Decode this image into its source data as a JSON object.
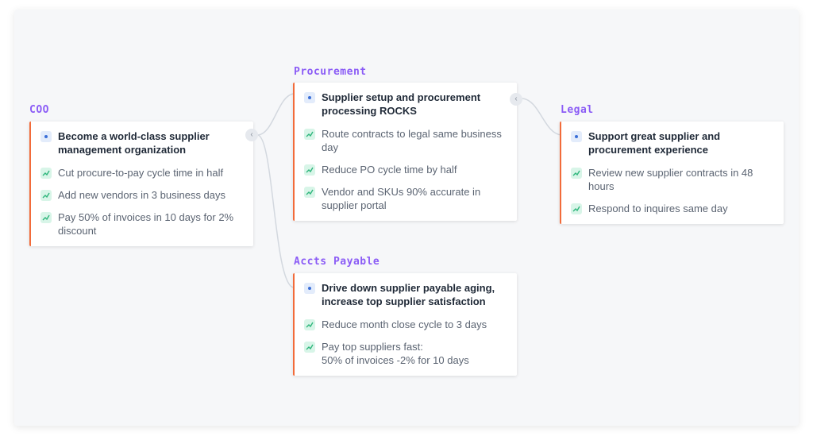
{
  "groups": {
    "coo": {
      "label": "COO",
      "objective": "Become a world-class supplier management organization",
      "key_results": [
        "Cut procure-to-pay cycle time in half",
        "Add new vendors in 3 business days",
        "Pay 50% of invoices in 10 days for 2% discount"
      ]
    },
    "procurement": {
      "label": "Procurement",
      "objective": "Supplier setup and procurement processing ROCKS",
      "key_results": [
        "Route contracts to legal same business day",
        "Reduce PO cycle time by half",
        "Vendor and SKUs 90% accurate in supplier portal"
      ]
    },
    "legal": {
      "label": "Legal",
      "objective": "Support great supplier and procurement experience",
      "key_results": [
        "Review new supplier contracts in 48 hours",
        "Respond to inquires same day"
      ]
    },
    "payable": {
      "label": "Accts Payable",
      "objective": "Drive down supplier payable aging, increase top supplier satisfaction",
      "key_results": [
        "Reduce month close cycle to 3 days",
        "Pay top suppliers fast:\n50% of invoices -2% for 10 days"
      ]
    }
  },
  "ui": {
    "collapse_glyph": "‹"
  },
  "colors": {
    "accent": "#8b5cf6",
    "card_border": "#f26b3a",
    "objective_icon": "#3b6fd8",
    "key_result_icon": "#2fb67c"
  },
  "icons": {
    "objective": "objective-icon",
    "key_result": "trend-icon",
    "collapse": "chevron-left-icon"
  }
}
